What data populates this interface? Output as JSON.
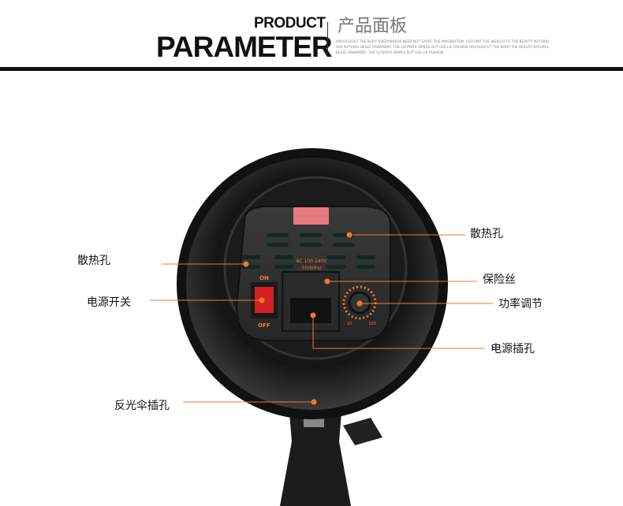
{
  "header": {
    "title_small": "PRODUCT",
    "title_large": "PARAMETER",
    "title_cn": "产品面板",
    "tagline": "HROUGHOUT THE BODY. EVERYWHERE NEED NOT EXPEC THE IMAGINATION. ELEGANT THE WEALTH TO THE BEAUTY NATURAL ARE NATURAL BEIGE ORNAMENT. THE ULTIMATE SIMPLE BUT USE LIE FASHION HROUGHOUT THE BODY THE BEAUTY NATURAL BEIGE ORNAMENT. THE ULTIMATE SIMPLE BUT USE LIE FASHION"
  },
  "device": {
    "voltage": "AC 100-240V",
    "frequency": "50/60Hz",
    "switch_on": "ON",
    "switch_off": "OFF",
    "dial_min": "10",
    "dial_max": "100"
  },
  "callouts": {
    "vent_right": "散热孔",
    "vent_left": "散热孔",
    "power_switch": "电源开关",
    "fuse": "保险丝",
    "power_adjust": "功率调节",
    "power_socket": "电源插孔",
    "umbrella_hole": "反光伞插孔"
  },
  "colors": {
    "accent": "#f07a2a",
    "body": "#1a1a1a"
  }
}
